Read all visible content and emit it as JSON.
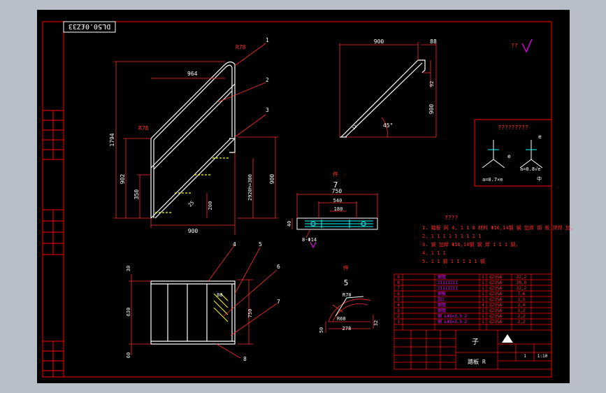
{
  "drawing": {
    "drawing_code": "DL50.0£Z33",
    "colors": {
      "background": "#000000",
      "frame": "#ff0000",
      "geometry": "#ffffff",
      "dimension": "#ff2a2a",
      "hatch": "#ffff00",
      "section": "#00ffff",
      "accent": "#ff00ff",
      "app_chrome": "#b9bfc8"
    },
    "main_view": {
      "dims": {
        "top_radius": "R78",
        "top_width": "964",
        "mid_radius": "R78",
        "overall_height": "1794",
        "left_height": "902",
        "small_height": "350",
        "bottom_width": "900",
        "right_height": "900",
        "right_inner": "2920h=300",
        "step_offset": "200",
        "step_label": "25"
      },
      "balloons": [
        "1",
        "2",
        "3"
      ]
    },
    "detail_view": {
      "width": "900",
      "side": "88",
      "gap": "92",
      "height": "900",
      "angle": "45°",
      "small": "12",
      "roughness": "??"
    },
    "weld_note": {
      "title": "?????????",
      "left_leg": "e",
      "right_leg": "e",
      "formula_right": "a=0.8√e",
      "formula_bottom": "a=0.7×e",
      "note_right": "中"
    },
    "section7": {
      "label_cn": "件",
      "label_num": "7",
      "d_overall": "750",
      "d_mid": "540",
      "d_inner": "180",
      "d_left": "40",
      "hole": "8-Φ14"
    },
    "section5": {
      "label_cn": "件",
      "label_num": "5",
      "radius_outer": "R70",
      "radius_inner": "R60",
      "width": "278",
      "height": "50",
      "right": "32"
    },
    "plan_view": {
      "d_top": "30",
      "d_mid": "630",
      "d_bottom": "60",
      "d_right": "750",
      "d_small": "80",
      "balloons": [
        "4",
        "5",
        "6",
        "7",
        "8"
      ]
    },
    "notes": {
      "title": "????",
      "lines": [
        "1. 踏板 网 4, 1 1 0 材料 Φ16,14钢 钢 加焊 钢 板 拼焊 加,",
        "2. 1 1 1 1 1 1 1 1 1",
        "3. 钢 加焊 Φ16,14钢 钢 焊 1 1 1 钢,",
        "4. 1 1 1",
        "5. 1 1 钢 1 1 1 1 1 钢"
      ]
    },
    "title_block": {
      "rows": [
        {
          "no": "9",
          "name": "钢管",
          "qty": "1",
          "mat": "Q235A",
          "note": "22,2"
        },
        {
          "no": "8",
          "name": "11111111",
          "qty": "1",
          "mat": "Q235A",
          "note": "20,0"
        },
        {
          "no": "7",
          "name": "11111111",
          "qty": "1",
          "mat": "Q235A",
          "note": "22,2"
        },
        {
          "no": "6",
          "name": "钢板",
          "qty": "1",
          "mat": "Q235A",
          "note": "7,6"
        },
        {
          "no": "5",
          "name": "加1",
          "qty": "1",
          "mat": "Q235A",
          "note": "1,5"
        },
        {
          "no": "4",
          "name": "钢管",
          "qty": "4",
          "mat": "Q235A",
          "note": "2,4"
        },
        {
          "no": "3",
          "name": "钢管",
          "qty": "1",
          "mat": "Q235A",
          "note": "3,2"
        },
        {
          "no": "2",
          "name": "钢 L45×3.5 2",
          "qty": "1",
          "mat": "Q235A",
          "note": "2,2"
        },
        {
          "no": "1",
          "name": "钢 L45×3.5 2",
          "qty": "1",
          "mat": "Q235A",
          "note": "2,2"
        }
      ],
      "title_cn": "子",
      "drawing_name": "踏板 R",
      "scale": "1:10",
      "sheet": "1"
    }
  }
}
